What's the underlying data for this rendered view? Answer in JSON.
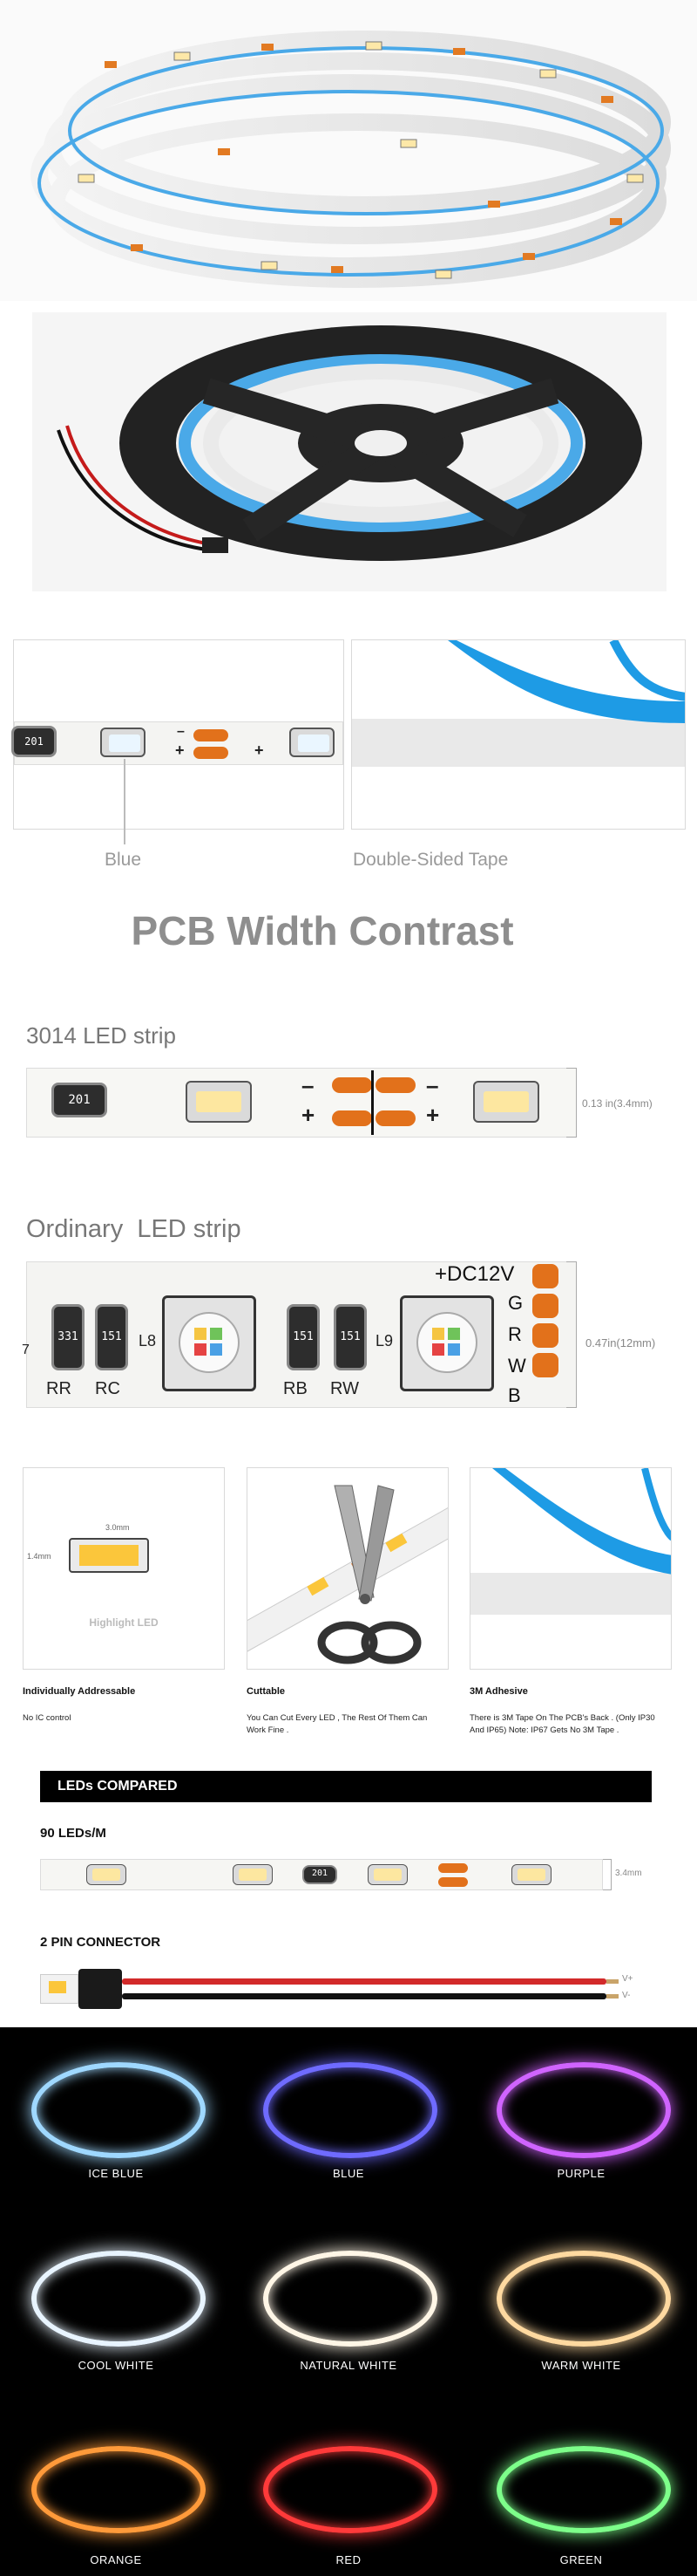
{
  "blue_tape": {
    "blue_caption": "Blue",
    "tape_caption": "Double-Sided Tape",
    "chip_code": "201"
  },
  "pcb_section": {
    "heading": "PCB Width Contrast",
    "strip_3014": {
      "label": "3014 LED strip",
      "width_label": "0.13 in(3.4mm)",
      "chip_code": "201"
    },
    "strip_ordinary": {
      "label": "Ordinary  LED strip",
      "width_label": "0.47in(12mm)",
      "voltage": "+DC12V",
      "pins": [
        "G",
        "R",
        "W",
        "B"
      ],
      "resistor_codes": [
        "331",
        "151",
        "151",
        "151"
      ],
      "resistor_labels": [
        "RR",
        "RC",
        "RB",
        "RW"
      ],
      "led_labels": [
        "L8",
        "L9"
      ],
      "edge_digit": "7"
    }
  },
  "features": [
    {
      "title": "Individually Addressable",
      "text": "No IC control",
      "image_dimensions": [
        "3.0mm",
        "1.4mm"
      ],
      "image_caption": "Highlight LED"
    },
    {
      "title": "Cuttable",
      "text": "You Can Cut Every LED , The Rest Of Them Can Work Fine ."
    },
    {
      "title": "3M Adhesive",
      "text": "There is 3M Tape On The PCB's Back . (Only IP30 And IP65)  Note: IP67 Gets No 3M Tape ."
    }
  ],
  "compared": {
    "banner": "LEDs COMPARED",
    "density": "90 LEDs/M",
    "width_label": "3.4mm",
    "chip_code": "201",
    "connector_title": "2 PIN CONNECTOR",
    "wire_labels": [
      "V+",
      "V-"
    ]
  },
  "color_grid": {
    "colors": [
      {
        "label": "ICE BLUE",
        "hex": "#9fd8ff"
      },
      {
        "label": "BLUE",
        "hex": "#6f6bff"
      },
      {
        "label": "PURPLE",
        "hex": "#d064ff"
      },
      {
        "label": "COOL WHITE",
        "hex": "#e8f4ff"
      },
      {
        "label": "NATURAL WHITE",
        "hex": "#fff6e6"
      },
      {
        "label": "WARM WHITE",
        "hex": "#ffd9a0"
      },
      {
        "label": "ORANGE",
        "hex": "#ff9a3a"
      },
      {
        "label": "RED",
        "hex": "#ff3a3a"
      },
      {
        "label": "GREEN",
        "hex": "#7dff8a"
      }
    ]
  }
}
